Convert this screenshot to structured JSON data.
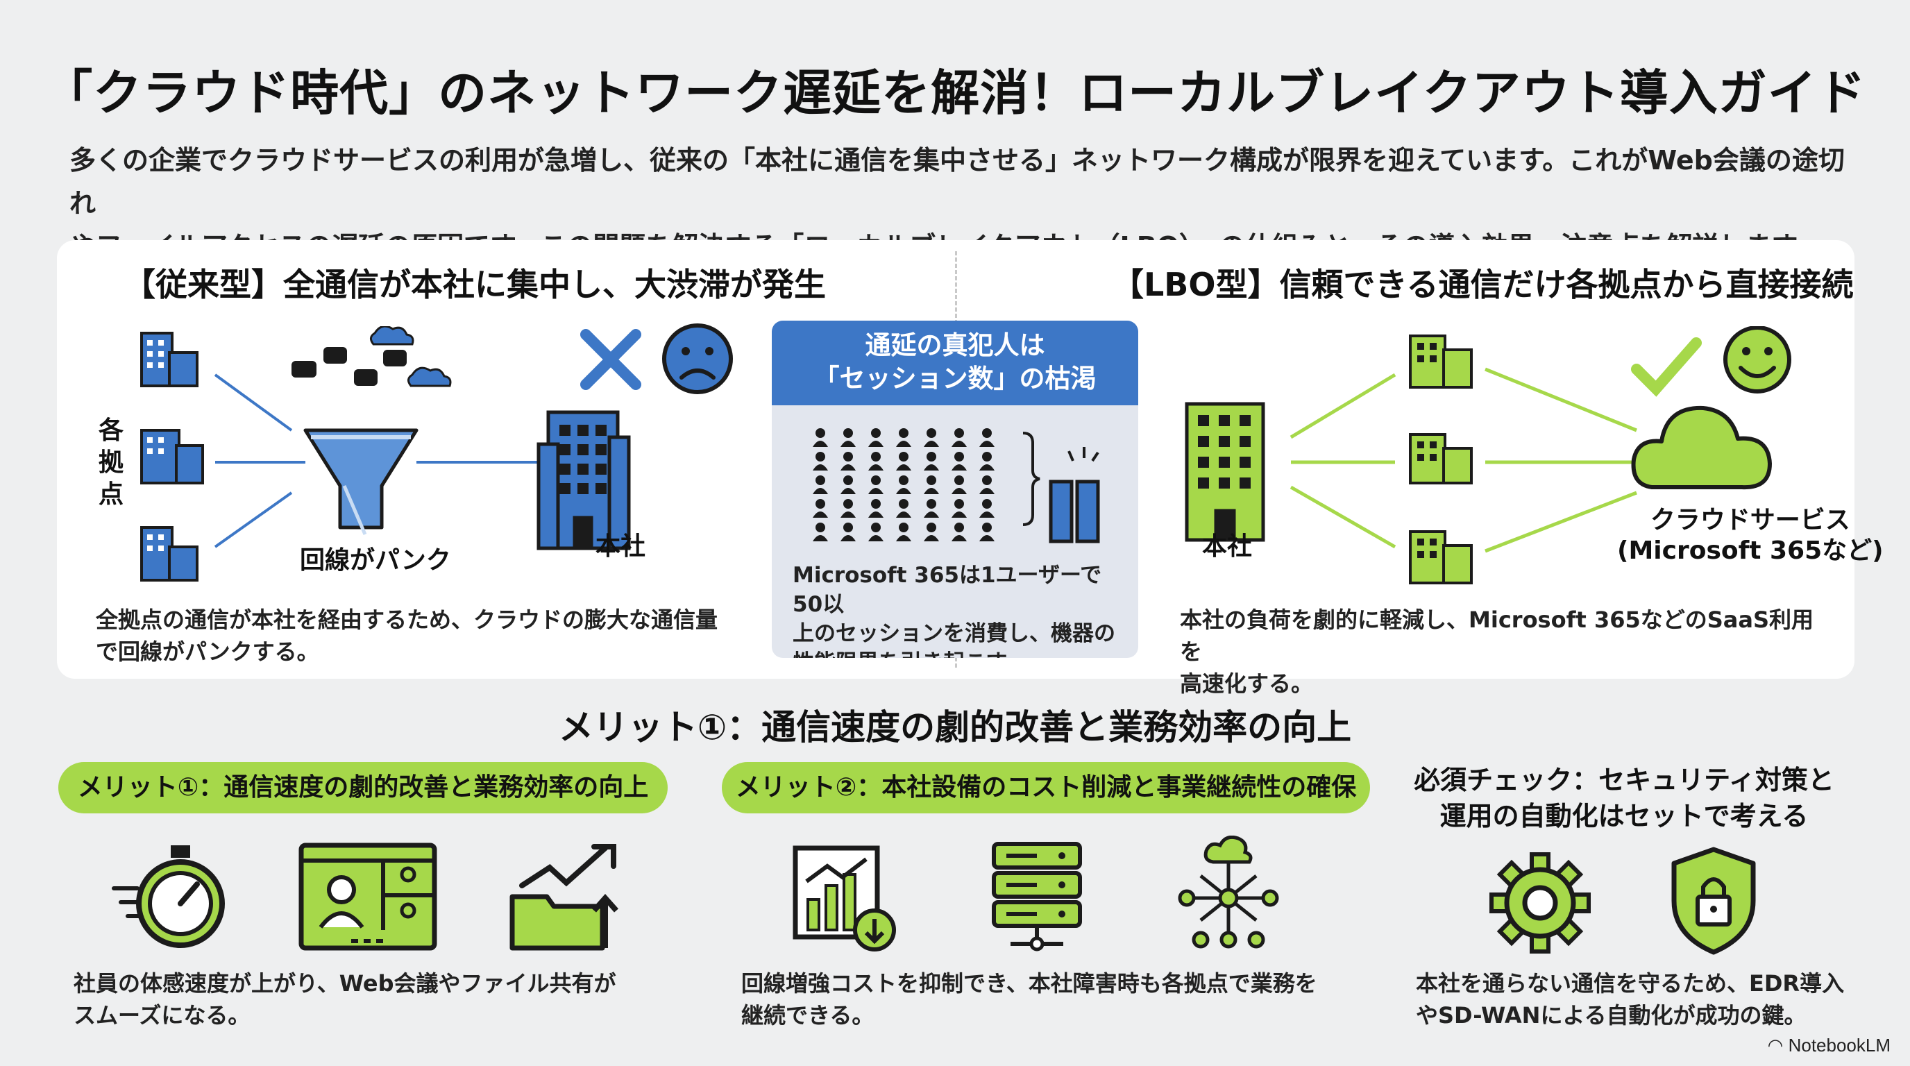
{
  "title": "「クラウド時代」のネットワーク遅延を解消！ローカルブレイクアウト導入ガイド",
  "intro": {
    "line1": "多くの企業でクラウドサービスの利用が急増し、従来の「本社に通信を集中させる」ネットワーク構成が限界を迎えています。これがWeb会議の途切れ",
    "line2": "やファイルアクセスの遅延の原因です。この問題を解決する「ローカルブレイクアウト（LBO）」の仕組みと、その導入効果・注意点を解説します。"
  },
  "traditional": {
    "heading": "【従来型】全通信が本社に集中し、大渋滞が発生",
    "branches_label_chars": [
      "各",
      "拠",
      "点"
    ],
    "funnel_label": "回線がパンク",
    "hq_label": "本社",
    "desc_line1": "全拠点の通信が本社を経由するため、クラウドの膨大な通信量",
    "desc_line2": "で回線がパンクする。"
  },
  "center": {
    "head_line1": "通延の真犯人は",
    "head_line2": "「セッション数」の枯渇",
    "desc_line1": "Microsoft 365は1ユーザーで50以",
    "desc_line2": "上のセッションを消費し、機器の",
    "desc_line3": "性能限界を引き起こす。"
  },
  "lbo": {
    "heading": "【LBO型】信頼できる通信だけ各拠点から直接接続",
    "hq_label": "本社",
    "cloud_label_line1": "クラウドサービス",
    "cloud_label_line2": "(Microsoft 365など)",
    "desc_line1": "本社の負荷を劇的に軽減し、Microsoft 365などのSaaS利用を",
    "desc_line2": "高速化する。"
  },
  "merits_heading": "メリット①：通信速度の劇的改善と業務効率の向上",
  "merit1": {
    "pill": "メリット①：通信速度の劇的改善と業務効率の向上",
    "desc_line1": "社員の体感速度が上がり、Web会議やファイル共有が",
    "desc_line2": "スムーズになる。"
  },
  "merit2": {
    "pill": "メリット②：本社設備のコスト削減と事業継続性の確保",
    "desc_line1": "回線増強コストを抑制でき、本社障害時も各拠点で業務を",
    "desc_line2": "継続できる。"
  },
  "check": {
    "heading_line1": "必須チェック：セキュリティ対策と",
    "heading_line2": "運用の自動化はセットで考える",
    "desc_line1": "本社を通らない通信を守るため、EDR導入",
    "desc_line2": "やSD-WANによる自動化が成功の鍵。"
  },
  "brand": "NotebookLM",
  "colors": {
    "blue": "#3d77c6",
    "green": "#a6d84a",
    "dark": "#1b1b1b",
    "background": "#eeeff0"
  }
}
